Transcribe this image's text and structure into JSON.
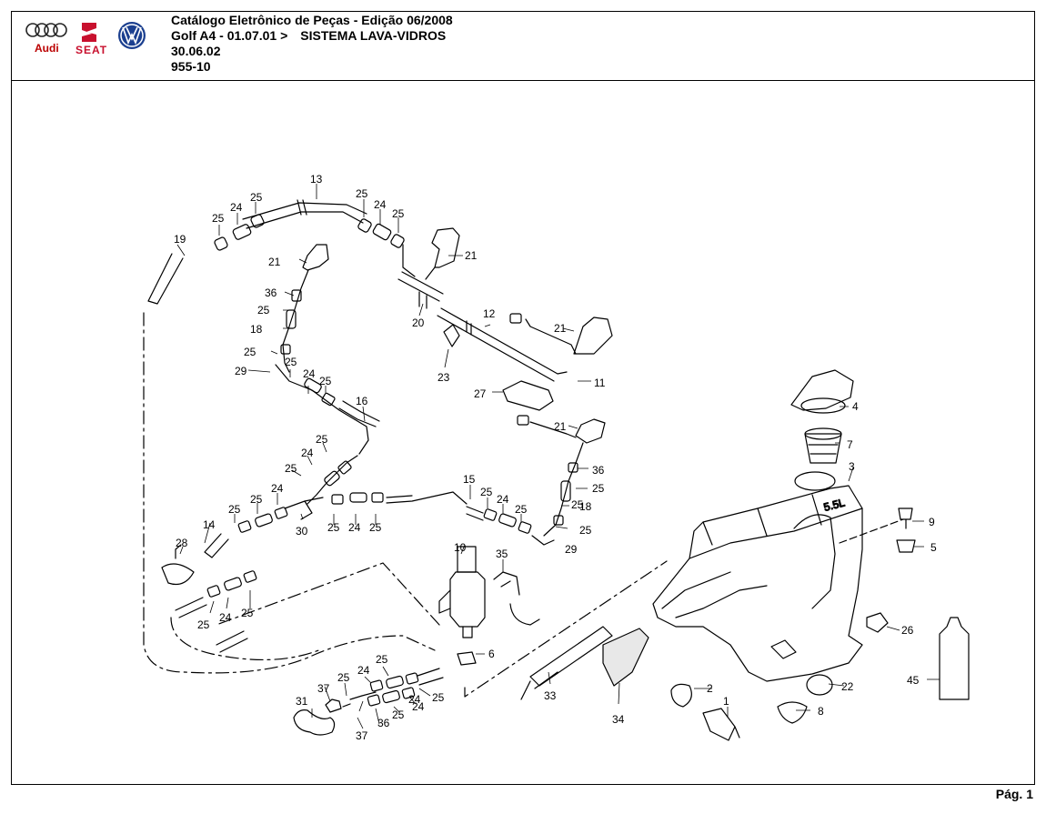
{
  "header": {
    "brand_audi": "Audi",
    "brand_seat": "SEAT",
    "title": "Catálogo Eletrônico de Peças - Edição 06/2008",
    "model": "Golf A4 - 01.07.01 >",
    "system": "SISTEMA LAVA-VIDROS",
    "date": "30.06.02",
    "code": "955-10"
  },
  "footer": {
    "page": "Pág. 1"
  },
  "callouts": [
    "13",
    "25",
    "24",
    "25",
    "19",
    "25",
    "24",
    "25",
    "21",
    "21",
    "36",
    "25",
    "18",
    "20",
    "12",
    "21",
    "25",
    "25",
    "29",
    "24",
    "25",
    "23",
    "11",
    "27",
    "16",
    "21",
    "25",
    "36",
    "24",
    "25",
    "25",
    "15",
    "25",
    "25",
    "24",
    "24",
    "25",
    "18",
    "25",
    "25",
    "14",
    "30",
    "25",
    "24",
    "25",
    "25",
    "29",
    "28",
    "10",
    "35",
    "25",
    "24",
    "25",
    "6",
    "33",
    "34",
    "2",
    "1",
    "4",
    "7",
    "3",
    "9",
    "5",
    "26",
    "22",
    "8",
    "45",
    "24",
    "25",
    "25",
    "37",
    "25",
    "24",
    "31",
    "25",
    "24",
    "36",
    "37"
  ],
  "icons": {
    "audi_logo": "four-rings",
    "seat_logo": "seat-s",
    "vw_logo": "vw-roundel"
  }
}
